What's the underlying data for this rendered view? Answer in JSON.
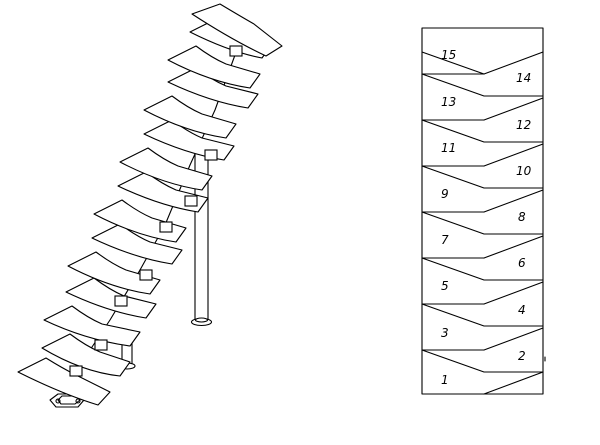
{
  "step_plan": {
    "step_numbers": [
      "1",
      "2",
      "3",
      "4",
      "5",
      "6",
      "7",
      "8",
      "9",
      "10",
      "11",
      "12",
      "13",
      "14",
      "15"
    ]
  },
  "colors": {
    "line": "#000000",
    "background": "#ffffff"
  }
}
